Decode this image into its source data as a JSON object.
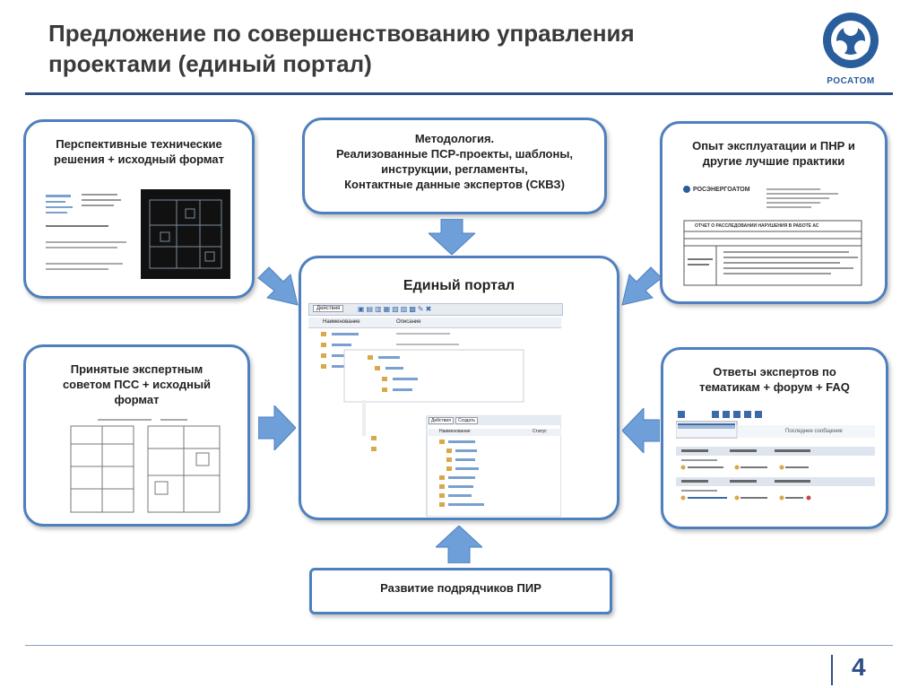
{
  "header": {
    "title_line1": "Предложение по совершенствованию управления",
    "title_line2": "проектами (единый портал)",
    "logo_text": "РОСАТОМ",
    "logo_icon": "rosatom-atom-icon"
  },
  "boxes": {
    "top_left": {
      "lines": [
        "Перспективные технические",
        "решения + исходный формат"
      ]
    },
    "top_center": {
      "lines": [
        "Методология.",
        "Реализованные ПСР-проекты, шаблоны,",
        "инструкции, регламенты,",
        "Контактные данные экспертов (СКВЗ)"
      ]
    },
    "top_right": {
      "lines": [
        "Опыт эксплуатации и ПНР и",
        "другие лучшие практики"
      ]
    },
    "mid_left": {
      "lines": [
        "Принятые экспертным",
        "советом ПСС + исходный",
        "формат"
      ]
    },
    "center": {
      "title": "Единый портал"
    },
    "mid_right": {
      "lines": [
        "Ответы экспертов по",
        "тематикам + форум + FAQ"
      ]
    },
    "bottom_center": {
      "lines": [
        "Развитие подрядчиков ПИР"
      ]
    }
  },
  "portal_mock": {
    "actions_label": "Действия",
    "col_name": "Наименование",
    "col_desc": "Описание",
    "actions_label2": "Действия",
    "add_label": "Создать",
    "col_status": "Статус"
  },
  "forum_mock": {
    "last_message": "Последнее сообщение"
  },
  "doc_mock": {
    "org": "РОСЭНЕРГОАТОМ",
    "report_title": "ОТЧЕТ О РАССЛЕДОВАНИИ НАРУШЕНИЯ В РАБОТЕ АС"
  },
  "page": {
    "number": "4"
  },
  "colors": {
    "accent": "#4e7fbf",
    "arrow": "#6f9fd8",
    "title": "#3a3a3a",
    "rule": "#2e4f87"
  }
}
